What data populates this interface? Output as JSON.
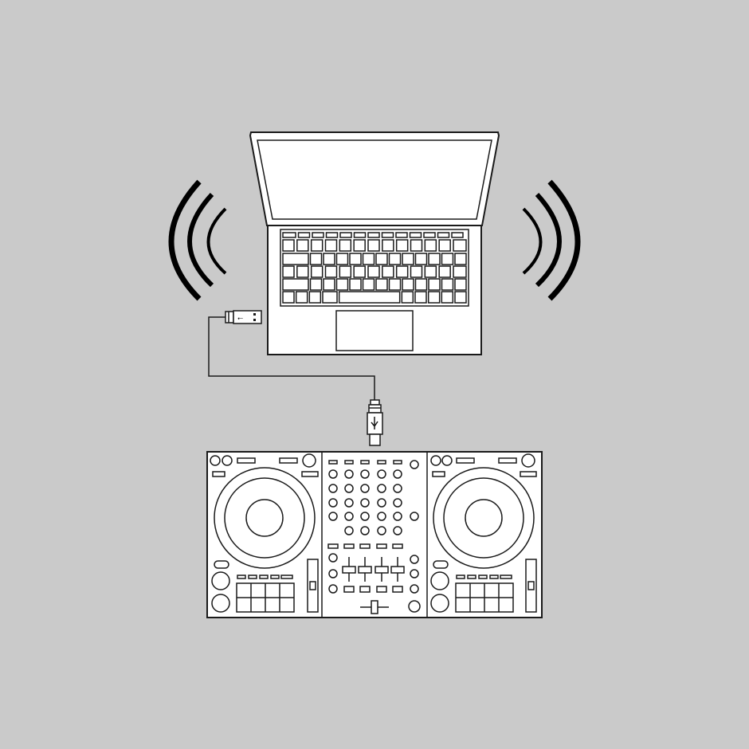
{
  "scene": {
    "title": "DJ controller connected to laptop via USB",
    "background_color": "#cacaca",
    "line_color": "#1a1a1a",
    "fill_color": "#ffffff"
  },
  "elements": {
    "laptop": {
      "label": "laptop",
      "keyboard_rows": 6,
      "function_keys": 13
    },
    "sound_waves": {
      "left_arcs": 3,
      "right_arcs": 3
    },
    "usb_cable": {
      "connector_laptop": "usb-a",
      "connector_controller": "usb-b-mini"
    },
    "dj_controller": {
      "decks": 2,
      "mixer_channels": 4,
      "pads_per_deck": 8,
      "eq_knob_rows": 5
    }
  }
}
